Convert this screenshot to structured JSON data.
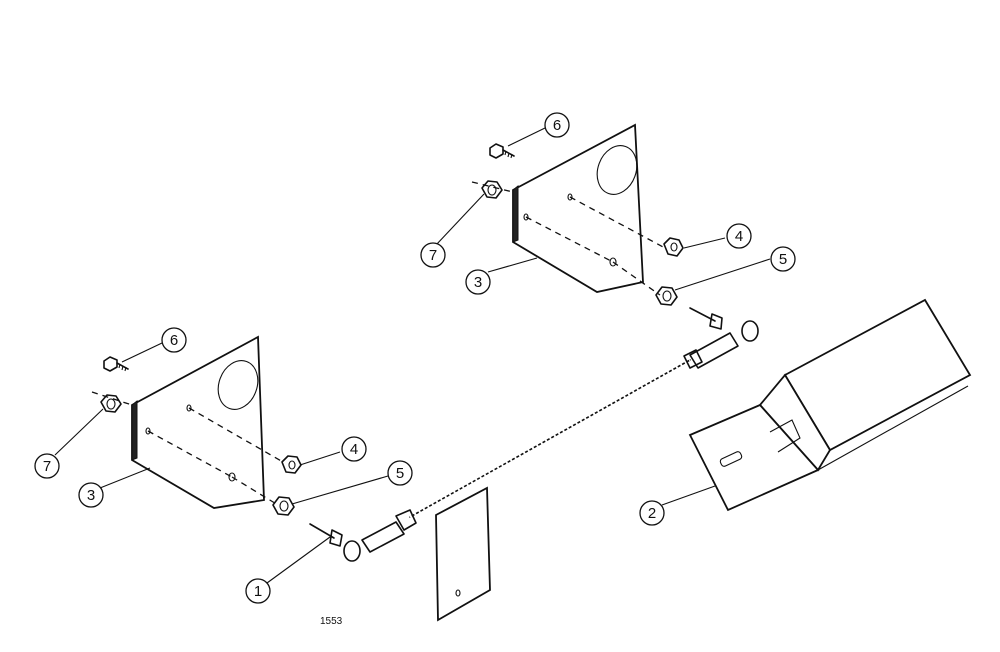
{
  "figure_number": "1553",
  "callouts": {
    "c1": "1",
    "c2": "2",
    "c3_left": "3",
    "c3_right": "3",
    "c4_left": "4",
    "c4_right": "4",
    "c5_left": "5",
    "c5_right": "5",
    "c6_left": "6",
    "c6_right": "6",
    "c7_left": "7",
    "c7_right": "7"
  }
}
